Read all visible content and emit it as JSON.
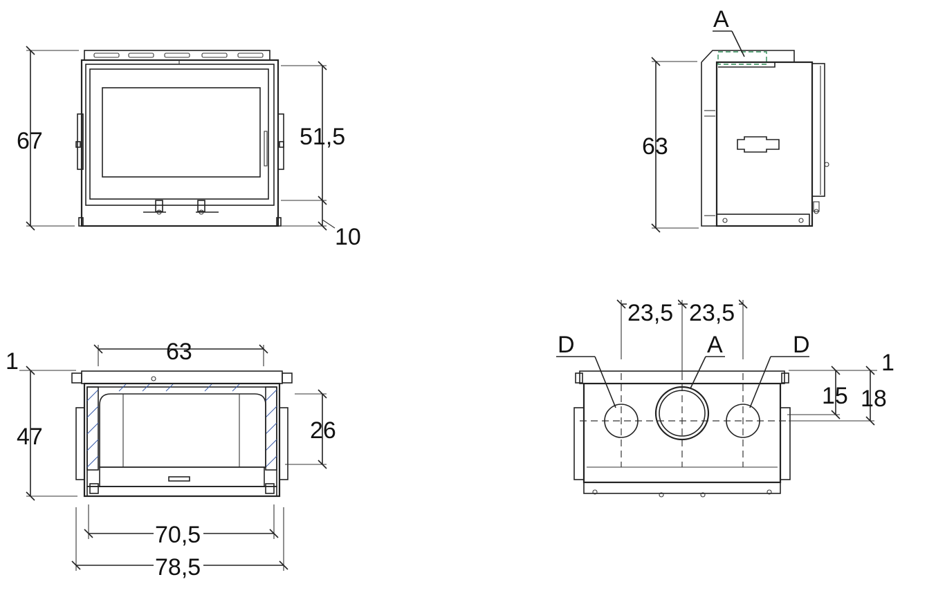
{
  "front_view": {
    "height_total": "67",
    "height_door": "51,5",
    "base_offset": "10"
  },
  "side_view": {
    "label_a": "A",
    "height": "63"
  },
  "bottom_view": {
    "width_inner": "63",
    "offset_top": "1",
    "depth": "47",
    "opening": "26",
    "width_mid": "70,5",
    "width_total": "78,5"
  },
  "top_view": {
    "spacing_left": "23,5",
    "spacing_right": "23,5",
    "label_d_left": "D",
    "label_a": "A",
    "label_d_right": "D",
    "offset_top": "1",
    "dim_15": "15",
    "dim_18": "18"
  }
}
